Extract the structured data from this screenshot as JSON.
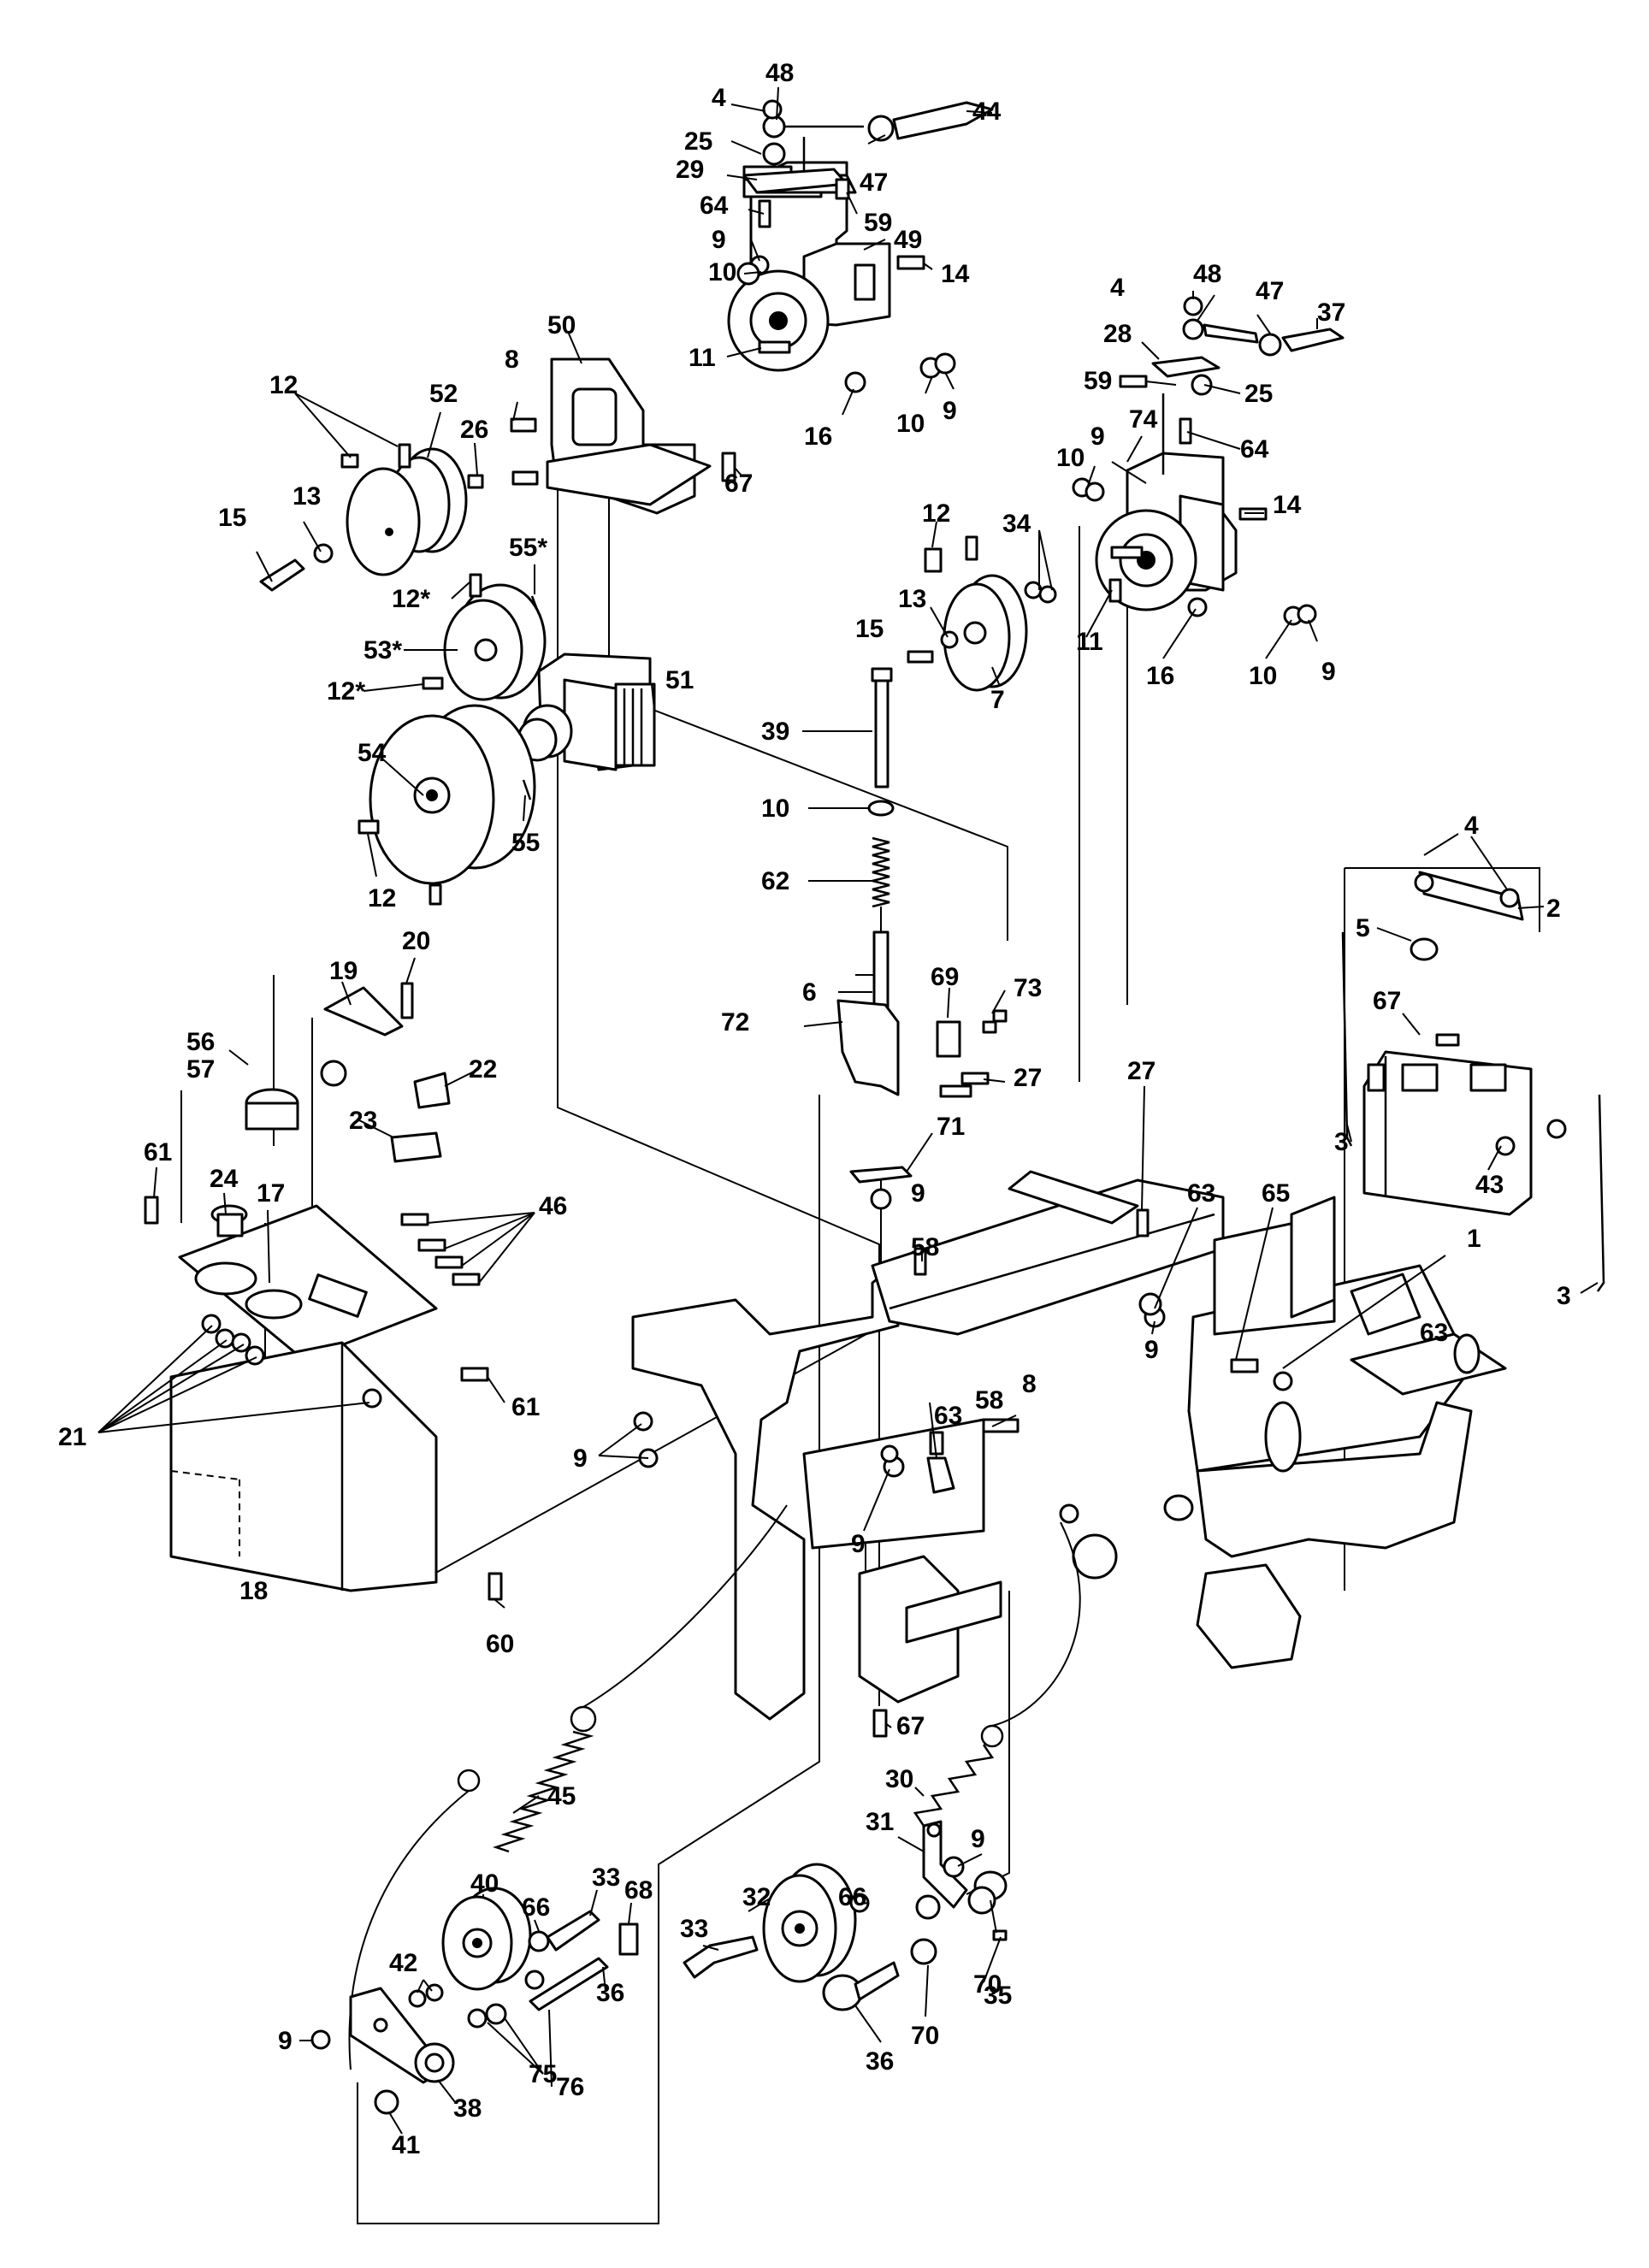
{
  "colors": {
    "line": "#000000",
    "background": "#ffffff"
  },
  "parts": [
    {
      "num": "4"
    },
    {
      "num": "48"
    },
    {
      "num": "44"
    },
    {
      "num": "25"
    },
    {
      "num": "47"
    },
    {
      "num": "29"
    },
    {
      "num": "64"
    },
    {
      "num": "59"
    },
    {
      "num": "9"
    },
    {
      "num": "49"
    },
    {
      "num": "10"
    },
    {
      "num": "14"
    },
    {
      "num": "50"
    },
    {
      "num": "11"
    },
    {
      "num": "16"
    },
    {
      "num": "10"
    },
    {
      "num": "9"
    },
    {
      "num": "12"
    },
    {
      "num": "52"
    },
    {
      "num": "8"
    },
    {
      "num": "26"
    },
    {
      "num": "67"
    },
    {
      "num": "13"
    },
    {
      "num": "15"
    },
    {
      "num": "55*"
    },
    {
      "num": "12*"
    },
    {
      "num": "53*"
    },
    {
      "num": "12*"
    },
    {
      "num": "51"
    },
    {
      "num": "54"
    },
    {
      "num": "55"
    },
    {
      "num": "12"
    },
    {
      "num": "4"
    },
    {
      "num": "48"
    },
    {
      "num": "47"
    },
    {
      "num": "37"
    },
    {
      "num": "28"
    },
    {
      "num": "59"
    },
    {
      "num": "25"
    },
    {
      "num": "9"
    },
    {
      "num": "74"
    },
    {
      "num": "64"
    },
    {
      "num": "10"
    },
    {
      "num": "14"
    },
    {
      "num": "12"
    },
    {
      "num": "34"
    },
    {
      "num": "13"
    },
    {
      "num": "15"
    },
    {
      "num": "11"
    },
    {
      "num": "16"
    },
    {
      "num": "10"
    },
    {
      "num": "9"
    },
    {
      "num": "7"
    },
    {
      "num": "39"
    },
    {
      "num": "10"
    },
    {
      "num": "62"
    },
    {
      "num": "4"
    },
    {
      "num": "2"
    },
    {
      "num": "5"
    },
    {
      "num": "20"
    },
    {
      "num": "19"
    },
    {
      "num": "6"
    },
    {
      "num": "69"
    },
    {
      "num": "73"
    },
    {
      "num": "56"
    },
    {
      "num": "57"
    },
    {
      "num": "22"
    },
    {
      "num": "72"
    },
    {
      "num": "67"
    },
    {
      "num": "23"
    },
    {
      "num": "27"
    },
    {
      "num": "27"
    },
    {
      "num": "3"
    },
    {
      "num": "61"
    },
    {
      "num": "24"
    },
    {
      "num": "46"
    },
    {
      "num": "17"
    },
    {
      "num": "71"
    },
    {
      "num": "43"
    },
    {
      "num": "9"
    },
    {
      "num": "63"
    },
    {
      "num": "65"
    },
    {
      "num": "1"
    },
    {
      "num": "58"
    },
    {
      "num": "3"
    },
    {
      "num": "63"
    },
    {
      "num": "9"
    },
    {
      "num": "21"
    },
    {
      "num": "61"
    },
    {
      "num": "58"
    },
    {
      "num": "8"
    },
    {
      "num": "63"
    },
    {
      "num": "9"
    },
    {
      "num": "9"
    },
    {
      "num": "18"
    },
    {
      "num": "60"
    },
    {
      "num": "67"
    },
    {
      "num": "45"
    },
    {
      "num": "30"
    },
    {
      "num": "31"
    },
    {
      "num": "9"
    },
    {
      "num": "33"
    },
    {
      "num": "32"
    },
    {
      "num": "66"
    },
    {
      "num": "40"
    },
    {
      "num": "66"
    },
    {
      "num": "68"
    },
    {
      "num": "33"
    },
    {
      "num": "70"
    },
    {
      "num": "42"
    },
    {
      "num": "36"
    },
    {
      "num": "35"
    },
    {
      "num": "9"
    },
    {
      "num": "76"
    },
    {
      "num": "75"
    },
    {
      "num": "70"
    },
    {
      "num": "36"
    },
    {
      "num": "38"
    },
    {
      "num": "41"
    }
  ]
}
